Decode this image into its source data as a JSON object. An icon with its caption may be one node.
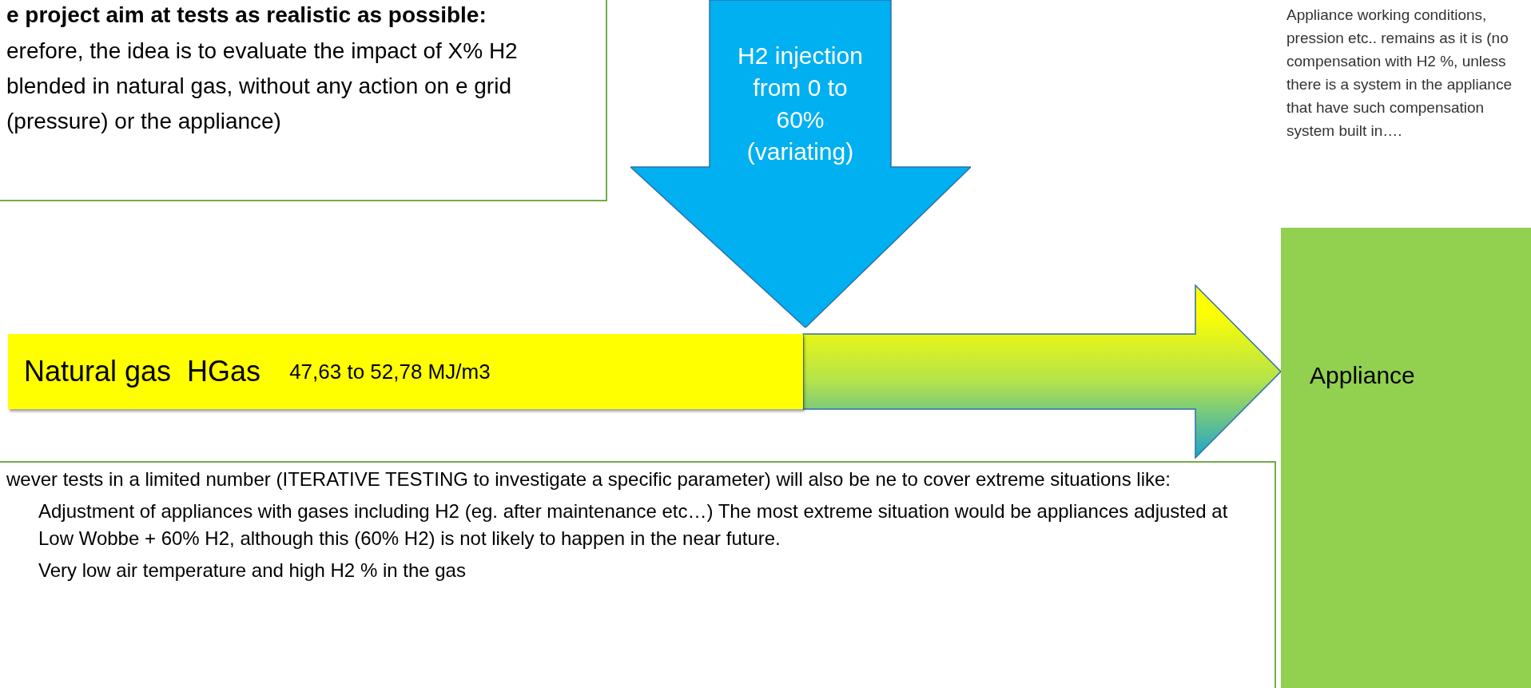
{
  "diagram": {
    "nodes": [
      {
        "text": [
          "e project aim at tests as realistic as possible:",
          "erefore, the idea is to evaluate the impact of X% H2 blended in natural gas, without any action on e grid (pressure) or the appliance)"
        ]
      },
      {
        "text": [
          "H2 injection from 0 to 60% (variating)"
        ]
      },
      {
        "text": [
          "Natural gas  HGas",
          "47,63 to 52,78 MJ/m3"
        ]
      },
      {
        "text": [
          "Appliance"
        ]
      },
      {
        "text": [
          "Appliance working conditions, pression etc.. remains as it is (no compensation with H2 %, unless there is a system in the appliance that have such compensation system built in…."
        ]
      },
      {
        "text": [
          "wever tests in a limited number (ITERATIVE TESTING to investigate a specific parameter) will also be ne to cover extreme situations like:",
          "Adjustment of appliances with gases including H2 (eg. after maintenance etc…) The most extreme situation would be appliances adjusted at Low Wobbe + 60% H2, although this (60% H2) is not likely to happen in the near future.",
          "Very low air temperature and high H2 % in the gas"
        ]
      }
    ],
    "edges": [
      {
        "from": 2,
        "to": 3,
        "arrow": "to"
      }
    ]
  }
}
